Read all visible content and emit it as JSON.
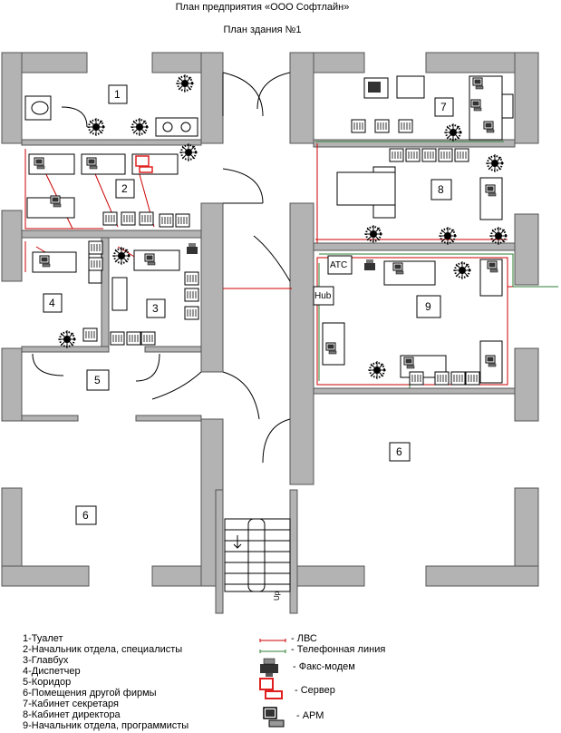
{
  "title": "План предприятия «ООО Софтлайн»",
  "subtitle": "План здания №1",
  "rooms": {
    "r1": "1",
    "r2": "2",
    "r3": "3",
    "r4": "4",
    "r5": "5",
    "r6a": "6",
    "r6b": "6",
    "r7": "7",
    "r8": "8",
    "r9": "9"
  },
  "labels": {
    "atc": "АТС",
    "hub": "Hub",
    "up": "Up"
  },
  "legend": [
    "1-Туалет",
    "2-Начальник отдела, специалисты",
    "3-Главбух",
    "4-Диспетчер",
    "5-Коридор",
    "6-Помещения другой фирмы",
    "7-Кабинет секретаря",
    "8-Кабинет директора",
    "9-Начальник отдела, программисты"
  ],
  "symbols": {
    "lan": "- ЛВС",
    "phone": "- Телефонная линия",
    "fax": "- Факс-модем",
    "server": "- Сервер",
    "arm": "- АРМ"
  },
  "colors": {
    "lan": "#cc0000",
    "phone": "#2e7d32",
    "wall": "#b3b3b3",
    "server": "#e02020"
  }
}
